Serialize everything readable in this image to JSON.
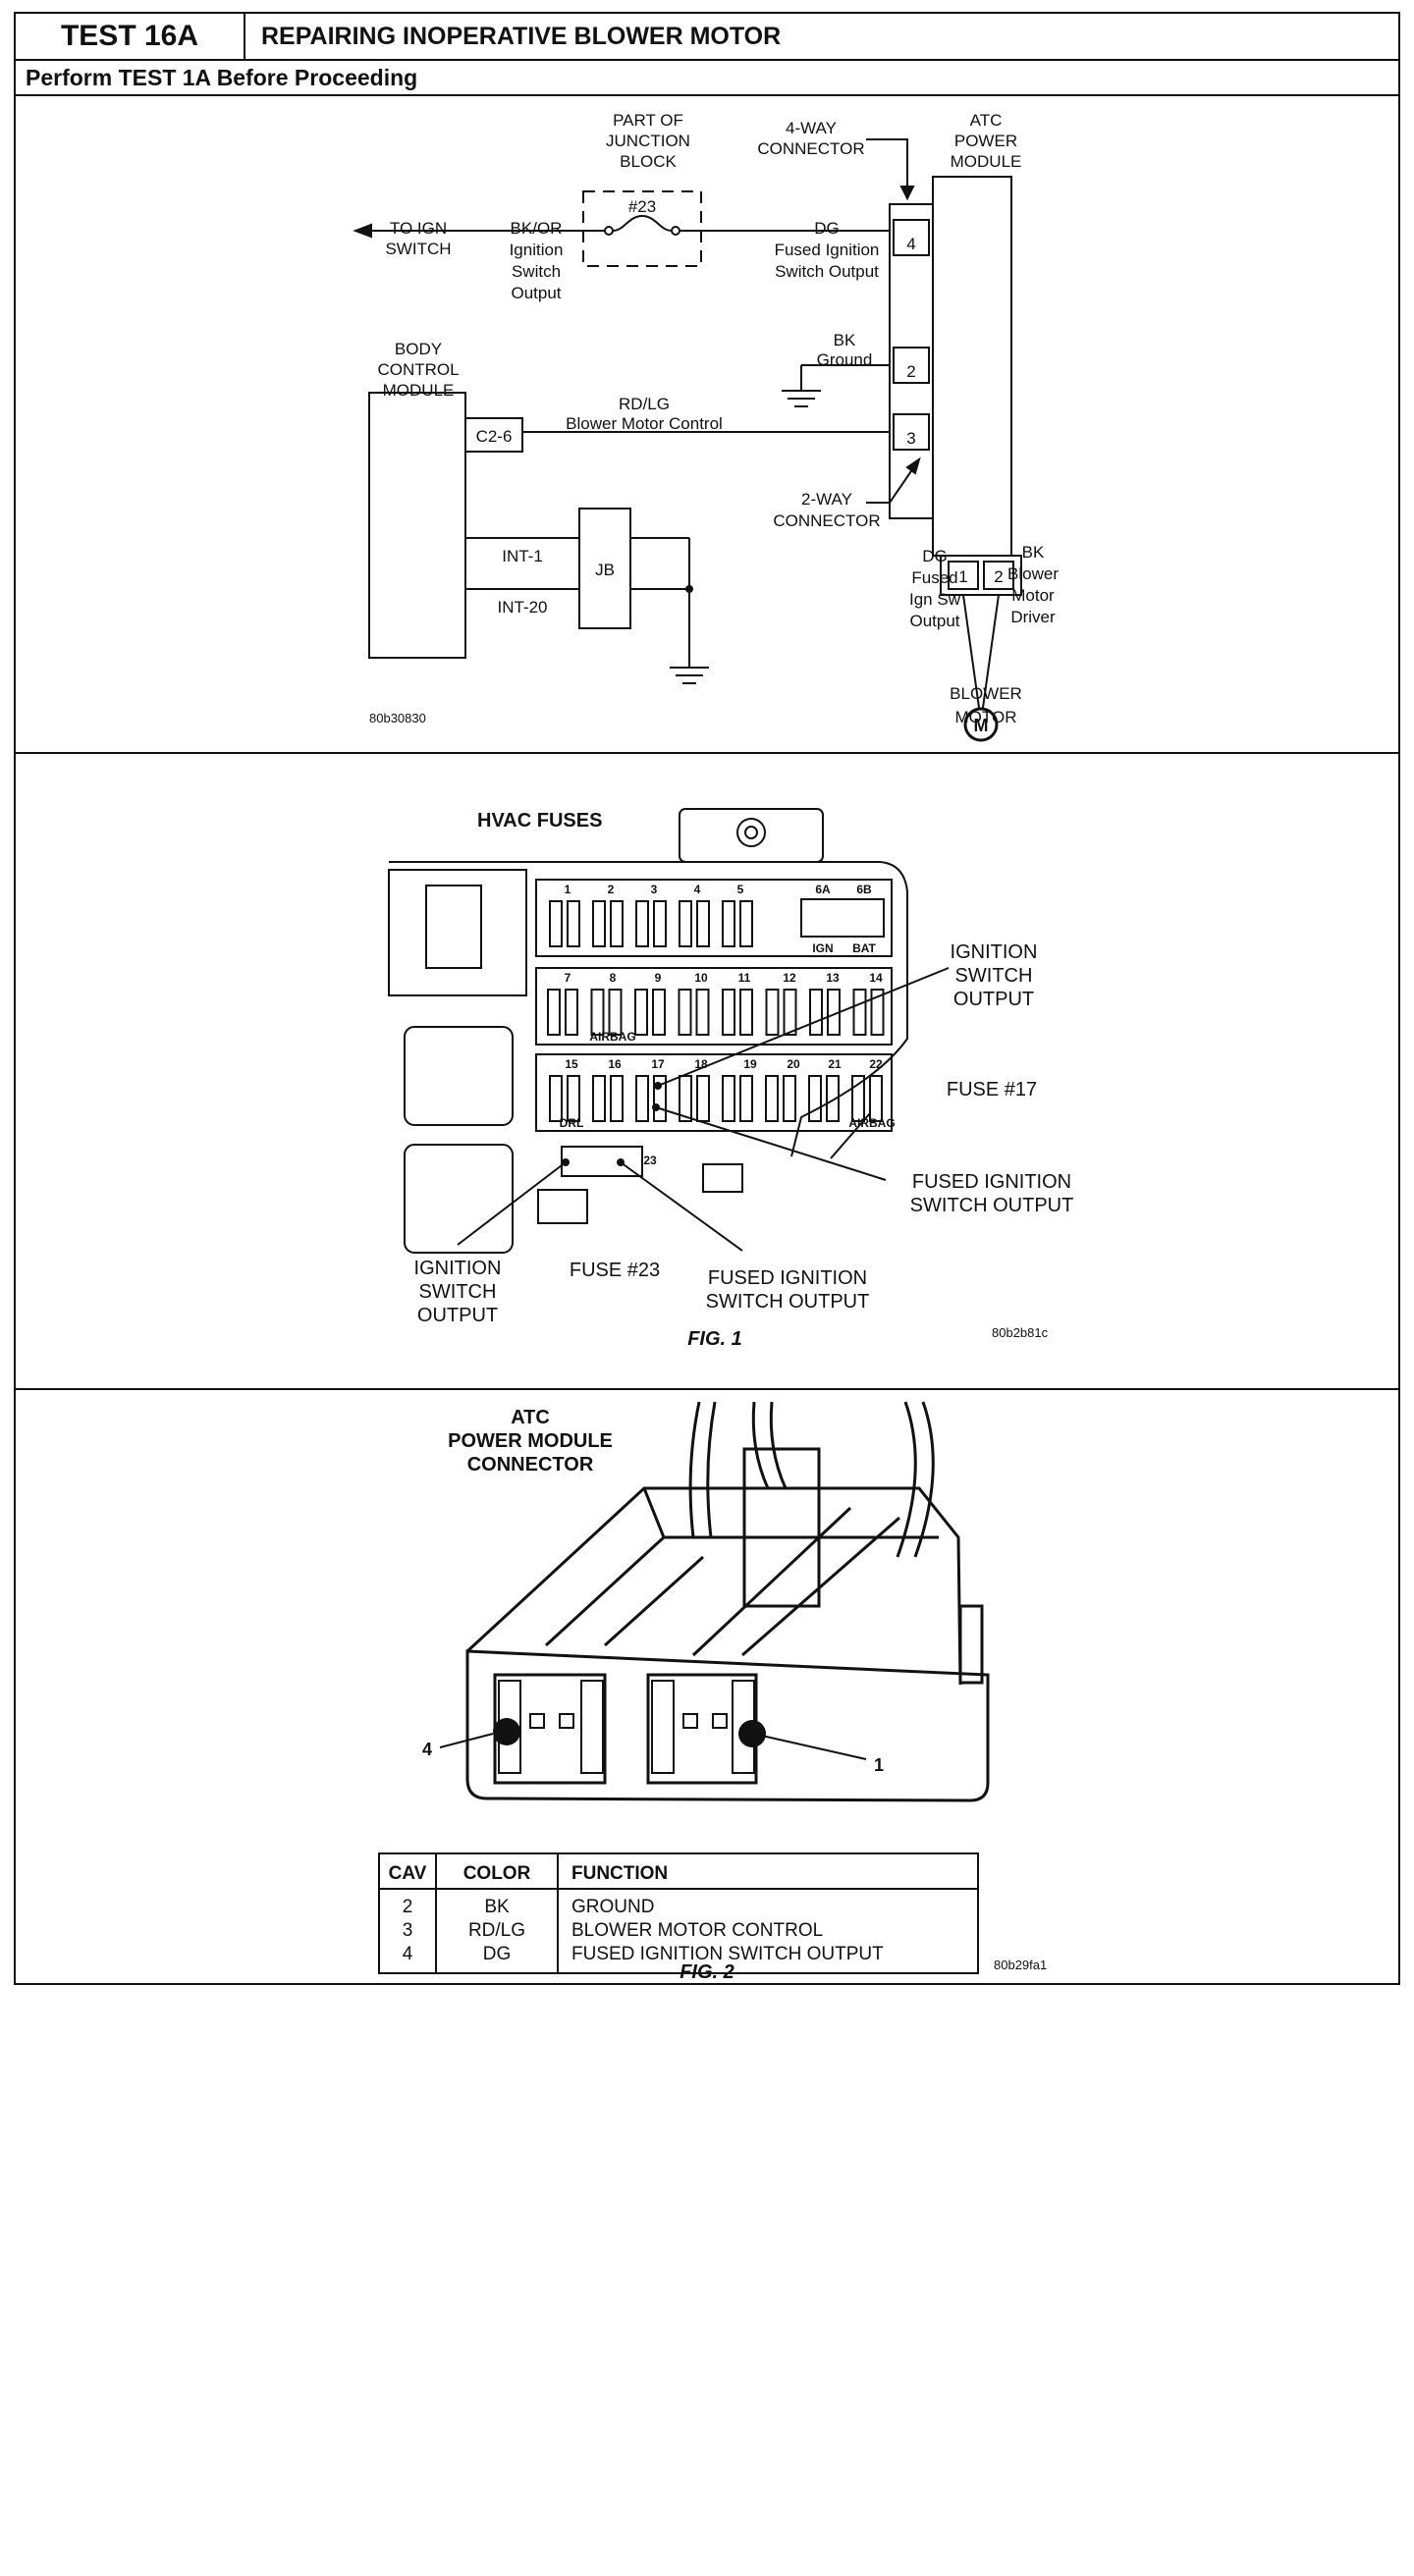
{
  "header": {
    "test_number": "TEST 16A",
    "title": "REPAIRING INOPERATIVE BLOWER MOTOR",
    "subtitle": "Perform TEST 1A Before Proceeding"
  },
  "schematic": {
    "junction_block_label": [
      "PART OF",
      "JUNCTION",
      "BLOCK"
    ],
    "fuse_label": "#23",
    "four_way_label": [
      "4-WAY",
      "CONNECTOR"
    ],
    "atc_label": [
      "ATC",
      "POWER",
      "MODULE"
    ],
    "ign_switch_label": [
      "TO IGN",
      "SWITCH"
    ],
    "bkor_wire": [
      "BK/OR",
      "Ignition",
      "Switch",
      "Output"
    ],
    "dg_wire": [
      "DG",
      "Fused Ignition",
      "Switch Output"
    ],
    "pin4": "4",
    "bk_ground": [
      "BK",
      "Ground"
    ],
    "pin2": "2",
    "bcm_label": [
      "BODY",
      "CONTROL",
      "MODULE"
    ],
    "rdlg_wire": [
      "RD/LG",
      "Blower Motor Control"
    ],
    "c26": "C2-6",
    "pin3": "3",
    "two_way_label": [
      "2-WAY",
      "CONNECTOR"
    ],
    "pin_1": "1",
    "pin_2": "2",
    "dg_motor": [
      "DG",
      "Fused",
      "Ign Sw",
      "Output"
    ],
    "bk_motor": [
      "BK",
      "Blower",
      "Motor",
      "Driver"
    ],
    "int1": "INT-1",
    "int20": "INT-20",
    "jb": "JB",
    "motor_symbol": "M",
    "motor_label": [
      "BLOWER",
      "MOTOR"
    ],
    "code": "80b30830"
  },
  "fig1": {
    "title": "HVAC FUSES",
    "row1_nums": [
      "1",
      "2",
      "3",
      "4",
      "5"
    ],
    "sixab": [
      "6A",
      "6B"
    ],
    "ign_bat": [
      "IGN",
      "BAT"
    ],
    "row2_nums": [
      "7",
      "8",
      "9",
      "10",
      "11",
      "12",
      "13",
      "14"
    ],
    "airbag_top": "AIRBAG",
    "row3_nums": [
      "15",
      "16",
      "17",
      "18",
      "19",
      "20",
      "21",
      "22"
    ],
    "drl": "DRL",
    "airbag_right": "AIRBAG",
    "fuse23_num": "23",
    "ign_out_right": [
      "IGNITION",
      "SWITCH",
      "OUTPUT"
    ],
    "fuse17": "FUSE #17",
    "fused_right": [
      "FUSED IGNITION",
      "SWITCH OUTPUT"
    ],
    "ign_out_left": [
      "IGNITION",
      "SWITCH",
      "OUTPUT"
    ],
    "fuse23": "FUSE #23",
    "fused_bottom": [
      "FUSED IGNITION",
      "SWITCH OUTPUT"
    ],
    "caption": "FIG. 1",
    "code": "80b2b81c"
  },
  "fig2": {
    "title": [
      "ATC",
      "POWER MODULE",
      "CONNECTOR"
    ],
    "callout_4": "4",
    "callout_1": "1",
    "table": {
      "headers": [
        "CAV",
        "COLOR",
        "FUNCTION"
      ],
      "rows": [
        [
          "2",
          "BK",
          "GROUND"
        ],
        [
          "3",
          "RD/LG",
          "BLOWER MOTOR CONTROL"
        ],
        [
          "4",
          "DG",
          "FUSED IGNITION SWITCH OUTPUT"
        ]
      ]
    },
    "caption": "FIG. 2",
    "code": "80b29fa1"
  }
}
